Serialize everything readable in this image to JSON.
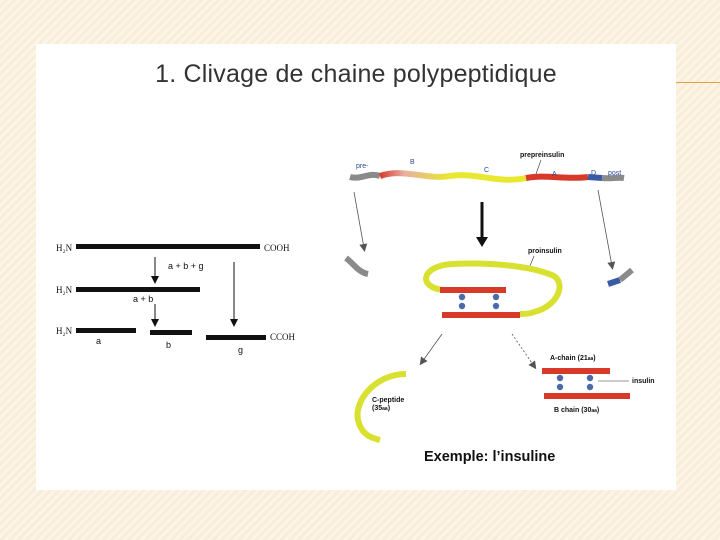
{
  "slide": {
    "title": "1. Clivage de chaine polypeptidique",
    "caption": "Exemple: l’insuline"
  },
  "left_diagram": {
    "h2n_1": "H₂N",
    "h2n_2": "H₂N",
    "h2n_3": "H₂N",
    "cooh_1": "COOH",
    "cooh_3": "CCOH",
    "arrow_label_1": "a + b + g",
    "arrow_label_2": "a + b",
    "segment_a": "a",
    "segment_b": "b",
    "segment_g": "g"
  },
  "insulin_diagram": {
    "label_pre": "pre-",
    "label_b": "B",
    "label_c": "C",
    "label_a": "A",
    "label_d": "D",
    "label_post": "post",
    "label_prepreinsulin": "prepreinsulin",
    "label_proinsulin": "proinsulin",
    "label_achain": "A-chain (21",
    "label_achain_sub": "aa",
    "label_bchain": "B chain (30",
    "label_bchain_sub": "aa",
    "label_insulin": "insulin",
    "label_cpeptide": "C-peptide",
    "label_cpeptide_count": "(35",
    "label_cpeptide_sub": "aa",
    "paren_close": ")"
  },
  "colors": {
    "red_chain": "#d83a2a",
    "yellow_chain": "#e8e830",
    "gray_chain": "#8a8a8a",
    "blue_chain": "#3a5aa8",
    "bond_blue": "#4a6aa8"
  }
}
